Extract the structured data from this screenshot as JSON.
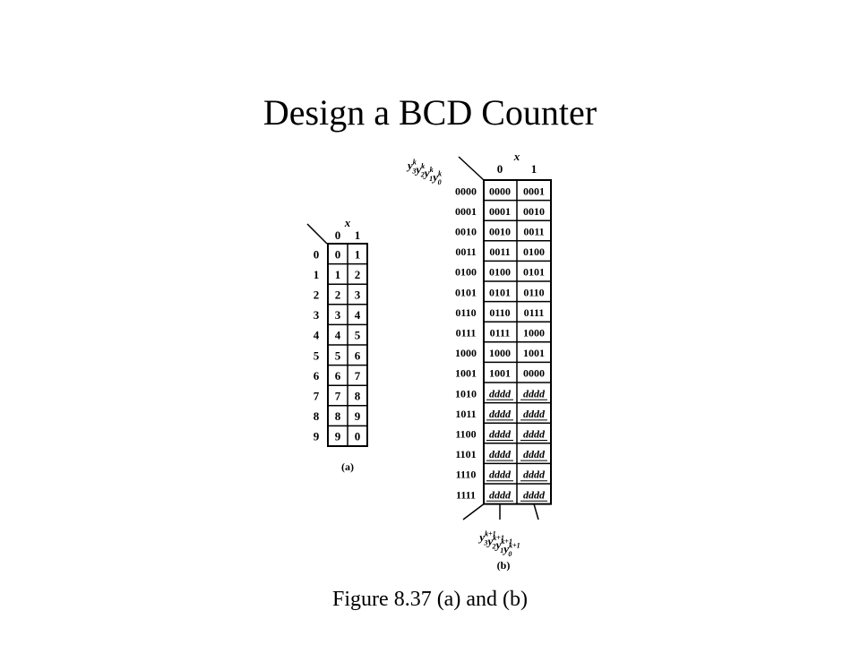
{
  "title": "Design a BCD Counter",
  "caption": "Figure 8.37 (a) and (b)",
  "table_a": {
    "input_var": "x",
    "columns": [
      "0",
      "1"
    ],
    "row_labels": [
      "0",
      "1",
      "2",
      "3",
      "4",
      "5",
      "6",
      "7",
      "8",
      "9"
    ],
    "cells": [
      [
        "0",
        "1"
      ],
      [
        "1",
        "2"
      ],
      [
        "2",
        "3"
      ],
      [
        "3",
        "4"
      ],
      [
        "4",
        "5"
      ],
      [
        "5",
        "6"
      ],
      [
        "6",
        "7"
      ],
      [
        "7",
        "8"
      ],
      [
        "8",
        "9"
      ],
      [
        "9",
        "0"
      ]
    ],
    "label": "(a)"
  },
  "table_b": {
    "input_var": "x",
    "row_header": {
      "parts": [
        {
          "base": "y",
          "sub": "3",
          "sup": "k"
        },
        {
          "base": "y",
          "sub": "2",
          "sup": "k"
        },
        {
          "base": "y",
          "sub": "1",
          "sup": "k"
        },
        {
          "base": "y",
          "sub": "0",
          "sup": "k"
        }
      ]
    },
    "columns": [
      "0",
      "1"
    ],
    "row_labels": [
      "0000",
      "0001",
      "0010",
      "0011",
      "0100",
      "0101",
      "0110",
      "0111",
      "1000",
      "1001",
      "1010",
      "1011",
      "1100",
      "1101",
      "1110",
      "1111"
    ],
    "cells": [
      [
        "0000",
        "0001"
      ],
      [
        "0001",
        "0010"
      ],
      [
        "0010",
        "0011"
      ],
      [
        "0011",
        "0100"
      ],
      [
        "0100",
        "0101"
      ],
      [
        "0101",
        "0110"
      ],
      [
        "0110",
        "0111"
      ],
      [
        "0111",
        "1000"
      ],
      [
        "1000",
        "1001"
      ],
      [
        "1001",
        "0000"
      ],
      [
        "dddd",
        "dddd"
      ],
      [
        "dddd",
        "dddd"
      ],
      [
        "dddd",
        "dddd"
      ],
      [
        "dddd",
        "dddd"
      ],
      [
        "dddd",
        "dddd"
      ],
      [
        "dddd",
        "dddd"
      ]
    ],
    "output_label": {
      "parts": [
        {
          "base": "y",
          "sub": "3",
          "sup": "k+1"
        },
        {
          "base": "y",
          "sub": "2",
          "sup": "k+1"
        },
        {
          "base": "y",
          "sub": "1",
          "sup": "k+1"
        },
        {
          "base": "y",
          "sub": "0",
          "sup": "k+1"
        }
      ]
    },
    "label": "(b)"
  }
}
